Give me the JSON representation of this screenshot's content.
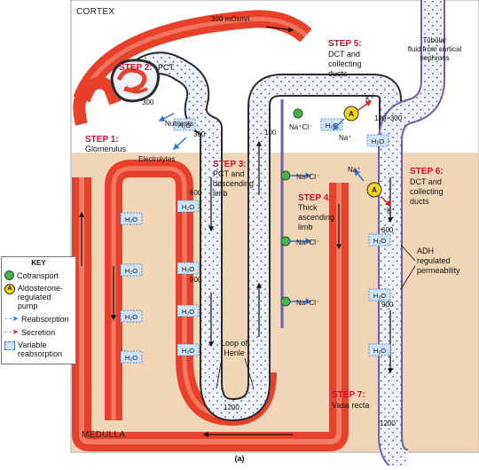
{
  "regions": {
    "cortex": "CORTEX",
    "medulla": "MEDULLA"
  },
  "vasa_recta_osm": "300 mOsm/l",
  "tubular_fluid": [
    "Tubular",
    "fluid from cortical",
    "nephrons"
  ],
  "steps": {
    "s1": {
      "title": "STEP 1:",
      "lines": [
        "Glomerulus"
      ]
    },
    "s2": {
      "title": "STEP 2:",
      "lines": [
        "PCT"
      ]
    },
    "s3": {
      "title": "STEP 3:",
      "lines": [
        "PCT and",
        "descending",
        "limb"
      ]
    },
    "s4": {
      "title": "STEP 4:",
      "lines": [
        "Thick",
        "ascending",
        "limb"
      ]
    },
    "s5": {
      "title": "STEP 5:",
      "lines": [
        "DCT and",
        "collecting",
        "ducts"
      ]
    },
    "s6": {
      "title": "STEP 6:",
      "lines": [
        "DCT and",
        "collecting",
        "ducts"
      ]
    },
    "s7": {
      "title": "STEP 7:",
      "lines": [
        "Vasa recta"
      ]
    }
  },
  "labels": {
    "nutrients": "Nutrients",
    "electrolytes": "Electrolytes",
    "loop": [
      "Loop of",
      "Henle"
    ],
    "adh": [
      "ADH",
      "regulated",
      "permeability"
    ],
    "panel": "(a)"
  },
  "osm": {
    "pct": "300",
    "pct2": "300",
    "desc600": "600",
    "desc900": "900",
    "tip": "1200",
    "asc": "100",
    "dct": "100–300",
    "cd600": "600",
    "cd900": "900",
    "cd1200": "1200"
  },
  "ions": {
    "nacl": "Na⁺Cl⁻",
    "na": "Na⁺",
    "k": "K⁺",
    "water": "H₂O"
  },
  "key": {
    "title": "KEY",
    "items": [
      "Cotransport",
      "Aldosterone-",
      "regulated pump",
      "Reabsorption",
      "Secretion",
      "Variable",
      "reabsorption"
    ],
    "pump_letter": "A"
  },
  "colors": {
    "cortex": "#ffffff",
    "medulla": "#f1d5b7",
    "vessel": "#e8412b",
    "vessel_light": "#f7a58f",
    "tubule_fill": "#eef1f8",
    "tubule_edge": "#2b2b2b",
    "collecting_edge": "#6d5fb0",
    "step_red": "#c8102e",
    "cotransport": "#4caf50",
    "pump": "#f5d31c",
    "reabsorption": "#2e6fcf",
    "secretion": "#d62828",
    "water_box": "#cde3f6"
  }
}
